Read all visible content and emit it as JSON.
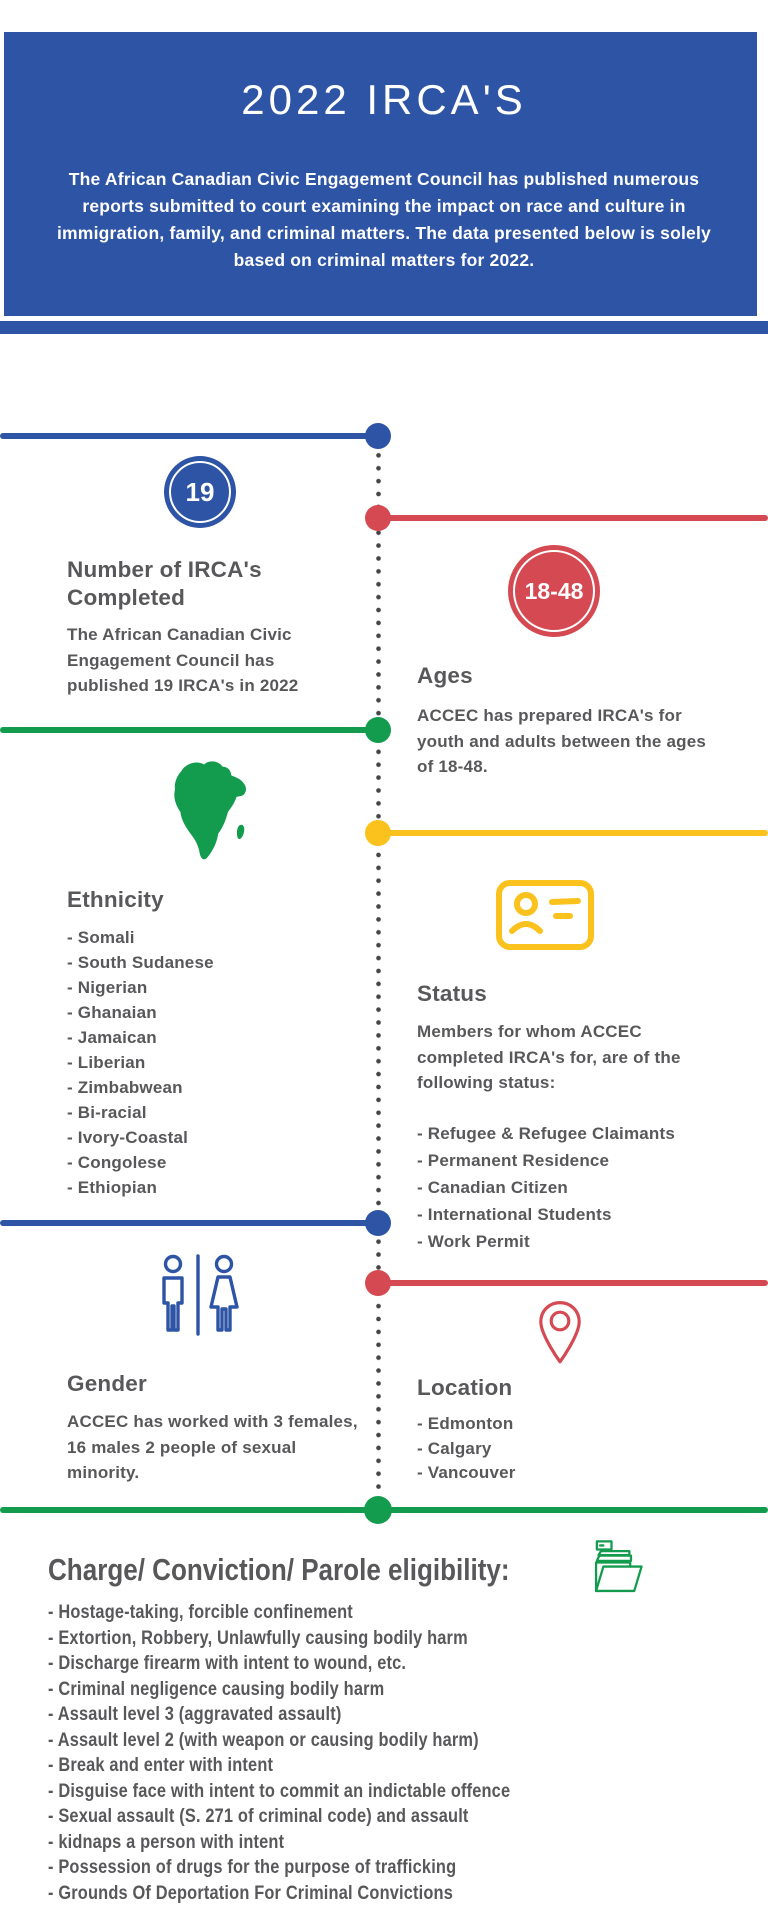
{
  "bullet_prefix": "- ",
  "header": {
    "title": "2022 IRCA'S",
    "intro": "The African Canadian Civic Engagement Council has published numerous reports submitted to court examining the impact on race and culture in immigration, family, and criminal matters. The data presented below is solely based on criminal matters for 2022."
  },
  "colors": {
    "header_blue": "#2e54a6",
    "red": "#d54a52",
    "green": "#149c4e",
    "yellow": "#fbc21d",
    "text_gray": "#58585b",
    "timeline_dot_gray": "#454547"
  },
  "sections": {
    "completed": {
      "badge": "19",
      "title": "Number of IRCA's Completed",
      "body": "The African Canadian Civic Engagement Council has published 19 IRCA's in 2022"
    },
    "ages": {
      "badge": "18-48",
      "title": "Ages",
      "body": "ACCEC has prepared IRCA's for youth and adults between the ages of 18-48."
    },
    "ethnicity": {
      "icon": "africa-map-icon",
      "title": "Ethnicity",
      "items": [
        "Somali",
        "South Sudanese",
        "Nigerian",
        "Ghanaian",
        "Jamaican",
        "Liberian",
        "Zimbabwean",
        "Bi-racial",
        "Ivory-Coastal",
        "Congolese",
        "Ethiopian"
      ]
    },
    "status": {
      "icon": "id-card-icon",
      "title": "Status",
      "body": "Members for whom ACCEC completed IRCA's for, are of the following status:",
      "items": [
        "Refugee & Refugee Claimants",
        "Permanent Residence",
        "Canadian Citizen",
        "International Students",
        "Work Permit"
      ]
    },
    "gender": {
      "icon": "gender-icon",
      "title": "Gender",
      "body": "ACCEC has worked with 3 females, 16 males 2 people of sexual minority."
    },
    "location": {
      "icon": "location-pin-icon",
      "title": "Location",
      "items": [
        "Edmonton",
        "Calgary",
        "Vancouver"
      ]
    },
    "charges": {
      "icon": "folder-icon",
      "title": "Charge/ Conviction/ Parole eligibility:",
      "items": [
        "Hostage-taking, forcible confinement",
        "Extortion, Robbery, Unlawfully causing bodily harm",
        "Discharge firearm with intent to wound, etc.",
        "Criminal negligence causing bodily harm",
        "Assault level 3 (aggravated assault)",
        "Assault level 2 (with weapon or causing bodily harm)",
        "Break and enter with intent",
        "Disguise face with intent to commit an indictable offence",
        "Sexual assault (S. 271 of criminal code) and assault",
        "kidnaps a person with intent",
        "Possession of drugs for the purpose of trafficking",
        "Grounds Of Deportation For Criminal Convictions"
      ]
    }
  }
}
